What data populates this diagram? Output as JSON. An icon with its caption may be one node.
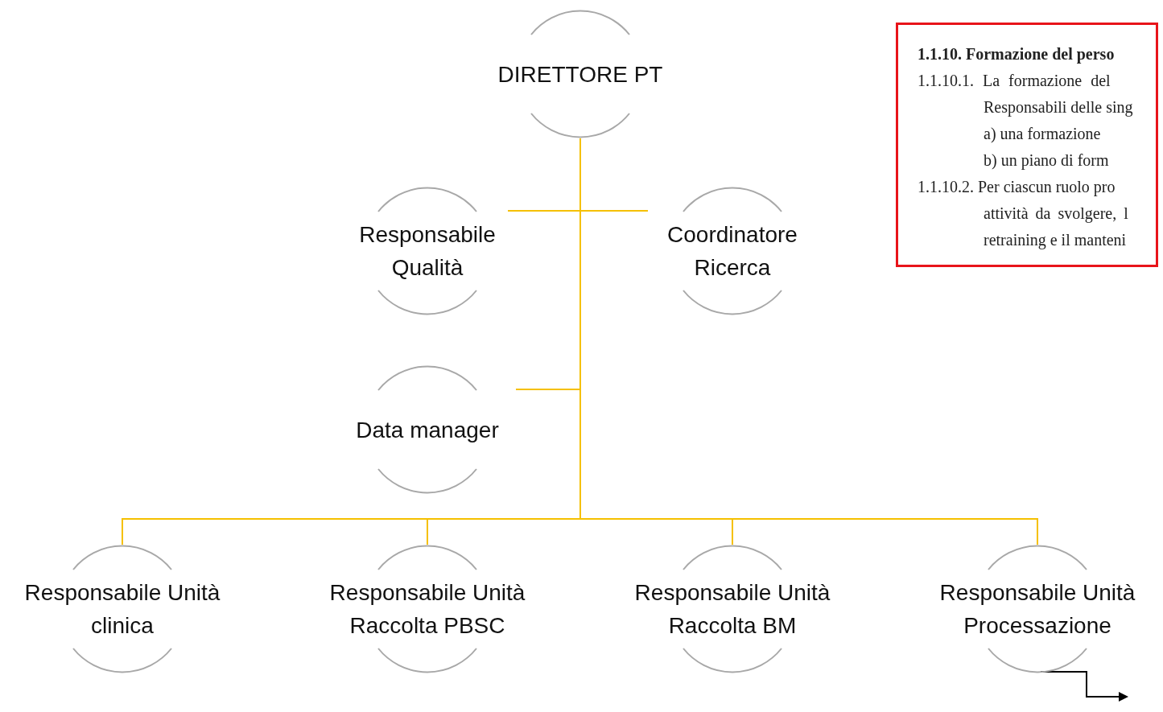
{
  "diagram": {
    "nodes": [
      {
        "text": [
          "DIRETTORE PT"
        ]
      },
      {
        "text": [
          "Responsabile Qualità"
        ]
      },
      {
        "text": [
          "Coordinatore Ricerca"
        ]
      },
      {
        "text": [
          "Data manager"
        ]
      },
      {
        "text": [
          "Responsabile Unità clinica"
        ]
      },
      {
        "text": [
          "Responsabile Unità Raccolta PBSC"
        ]
      },
      {
        "text": [
          "Responsabile Unità Raccolta BM"
        ]
      },
      {
        "text": [
          "Responsabile Unità Processazione"
        ]
      },
      {
        "text": [
          "1.1.10. Formazione del perso",
          "1.1.10.1. La formazione del",
          "Responsabili delle sing",
          "a) una formazione",
          "b) un piano di form",
          "1.1.10.2. Per ciascun ruolo pro",
          "attività da svolgere, l",
          "retraining e il manteni"
        ]
      }
    ],
    "edges": [
      {
        "from": 0,
        "to": 1,
        "arrow": "none"
      },
      {
        "from": 0,
        "to": 2,
        "arrow": "none"
      },
      {
        "from": 0,
        "to": 3,
        "arrow": "none"
      },
      {
        "from": 0,
        "to": 4,
        "arrow": "none"
      },
      {
        "from": 0,
        "to": 5,
        "arrow": "none"
      },
      {
        "from": 0,
        "to": 6,
        "arrow": "none"
      },
      {
        "from": 0,
        "to": 7,
        "arrow": "none"
      },
      {
        "from": 7,
        "to": null,
        "arrow": "to",
        "color": "#000000"
      }
    ]
  }
}
